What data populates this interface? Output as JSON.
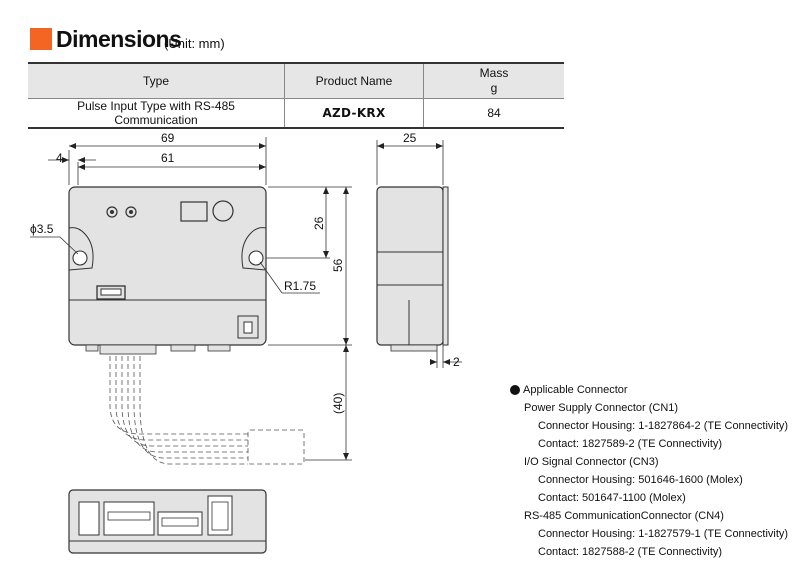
{
  "header": {
    "title": "Dimensions",
    "unit": "(Unit: mm)"
  },
  "table": {
    "col_type": "Type",
    "col_product": "Product Name",
    "col_mass": "Mass",
    "col_mass_unit": "g",
    "row_type": "Pulse Input Type with RS-485 Communication",
    "row_product": "AZD-KRX",
    "row_mass": "84"
  },
  "dimensions": {
    "d69": "69",
    "d61": "61",
    "d4": "4",
    "d25": "25",
    "d26": "26",
    "d56": "56",
    "d40": "(40)",
    "d2": "2",
    "hole": "ϕ3.5",
    "radius": "R1.75"
  },
  "connectors": {
    "heading": "Applicable Connector",
    "groups": [
      {
        "name": "Power Supply Connector (CN1)",
        "housing": "Connector Housing: 1-1827864-2 (TE Connectivity)",
        "contact": "Contact: 1827589-2 (TE Connectivity)"
      },
      {
        "name": "I/O Signal Connector (CN3)",
        "housing": "Connector Housing: 501646-1600 (Molex)",
        "contact": "Contact: 501647-1100 (Molex)"
      },
      {
        "name": "RS-485 CommunicationConnector (CN4)",
        "housing": "Connector Housing: 1-1827579-1 (TE Connectivity)",
        "contact": "Contact: 1827588-2 (TE Connectivity)"
      }
    ]
  },
  "colors": {
    "accent": "#f26522",
    "body_fill": "#e3e3e3",
    "line": "#333333"
  }
}
